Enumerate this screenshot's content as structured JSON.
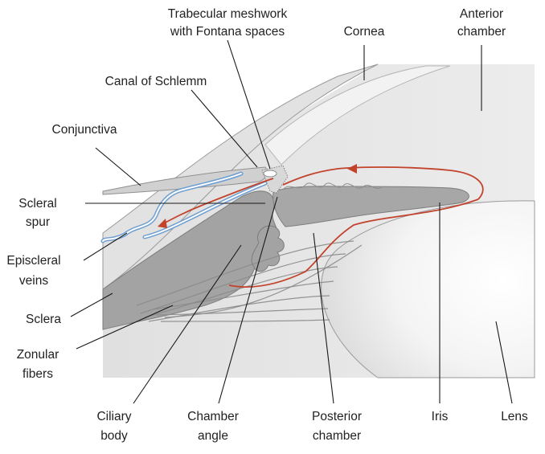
{
  "labels": {
    "trabecular_line1": "Trabecular meshwork",
    "trabecular_line2": "with Fontana spaces",
    "cornea": "Cornea",
    "anterior_chamber_line1": "Anterior",
    "anterior_chamber_line2": "chamber",
    "canal_of_schlemm": "Canal of Schlemm",
    "conjunctiva": "Conjunctiva",
    "scleral_spur_line1": "Scleral",
    "scleral_spur_line2": "spur",
    "episcleral_veins_line1": "Episcleral",
    "episcleral_veins_line2": "veins",
    "sclera": "Sclera",
    "zonular_fibers_line1": "Zonular",
    "zonular_fibers_line2": "fibers",
    "ciliary_body_line1": "Ciliary",
    "ciliary_body_line2": "body",
    "chamber_angle_line1": "Chamber",
    "chamber_angle_line2": "angle",
    "posterior_chamber_line1": "Posterior",
    "posterior_chamber_line2": "chamber",
    "iris": "Iris",
    "lens": "Lens"
  },
  "colors": {
    "tissue_light": "#e6e6e6",
    "tissue_mid": "#cfcfcf",
    "tissue_dark": "#9d9d9d",
    "vein_blue": "#6e9fd0",
    "aqueous_flow_red": "#c2432c"
  }
}
